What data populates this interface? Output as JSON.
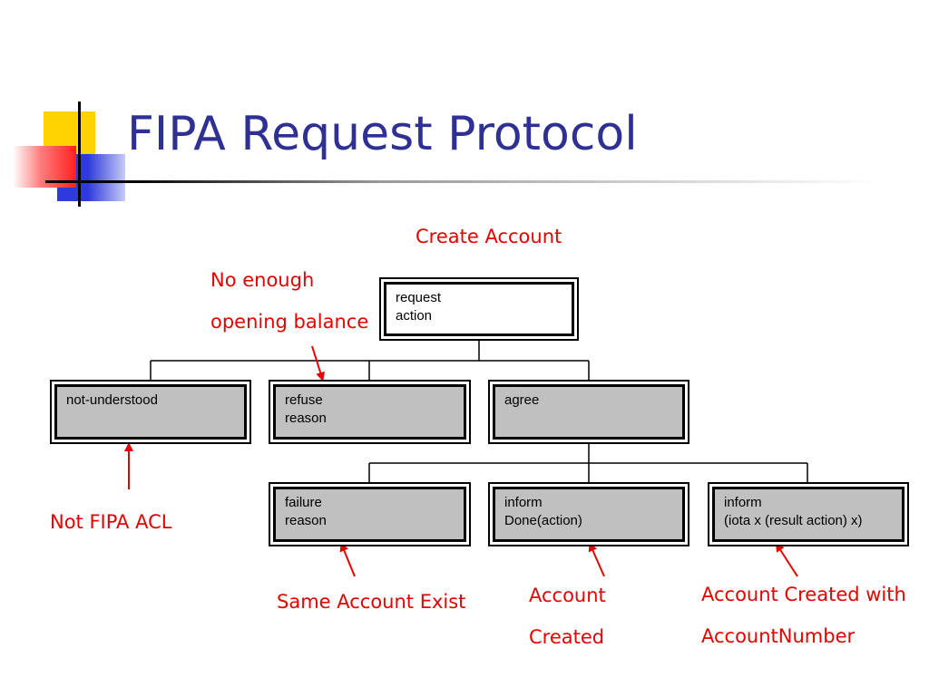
{
  "slide": {
    "title": "FIPA Request Protocol"
  },
  "nodes": {
    "request": {
      "line1": "request",
      "line2": "action"
    },
    "not_understood": {
      "line1": "not-understood",
      "line2": ""
    },
    "refuse": {
      "line1": "refuse",
      "line2": "reason"
    },
    "agree": {
      "line1": "agree",
      "line2": ""
    },
    "failure": {
      "line1": "failure",
      "line2": "reason"
    },
    "inform_done": {
      "line1": "inform",
      "line2": "Done(action)"
    },
    "inform_iota": {
      "line1": "inform",
      "line2": "(iota x (result action) x)"
    }
  },
  "annotations": {
    "create_account": "Create Account",
    "no_enough_1": "No enough",
    "no_enough_2": "opening balance",
    "not_fipa": "Not FIPA ACL",
    "same_account": "Same Account Exist",
    "account_created_1": "Account",
    "account_created_2": "Created",
    "account_number_1": "Account Created with",
    "account_number_2": "AccountNumber"
  },
  "colors": {
    "title": "#2e3193",
    "annotation": "#e60000",
    "box_fill": "#c0c0c0",
    "deco_yellow": "#ffd200",
    "deco_blue": "#2e3adb",
    "deco_red": "#ff3b3b"
  }
}
